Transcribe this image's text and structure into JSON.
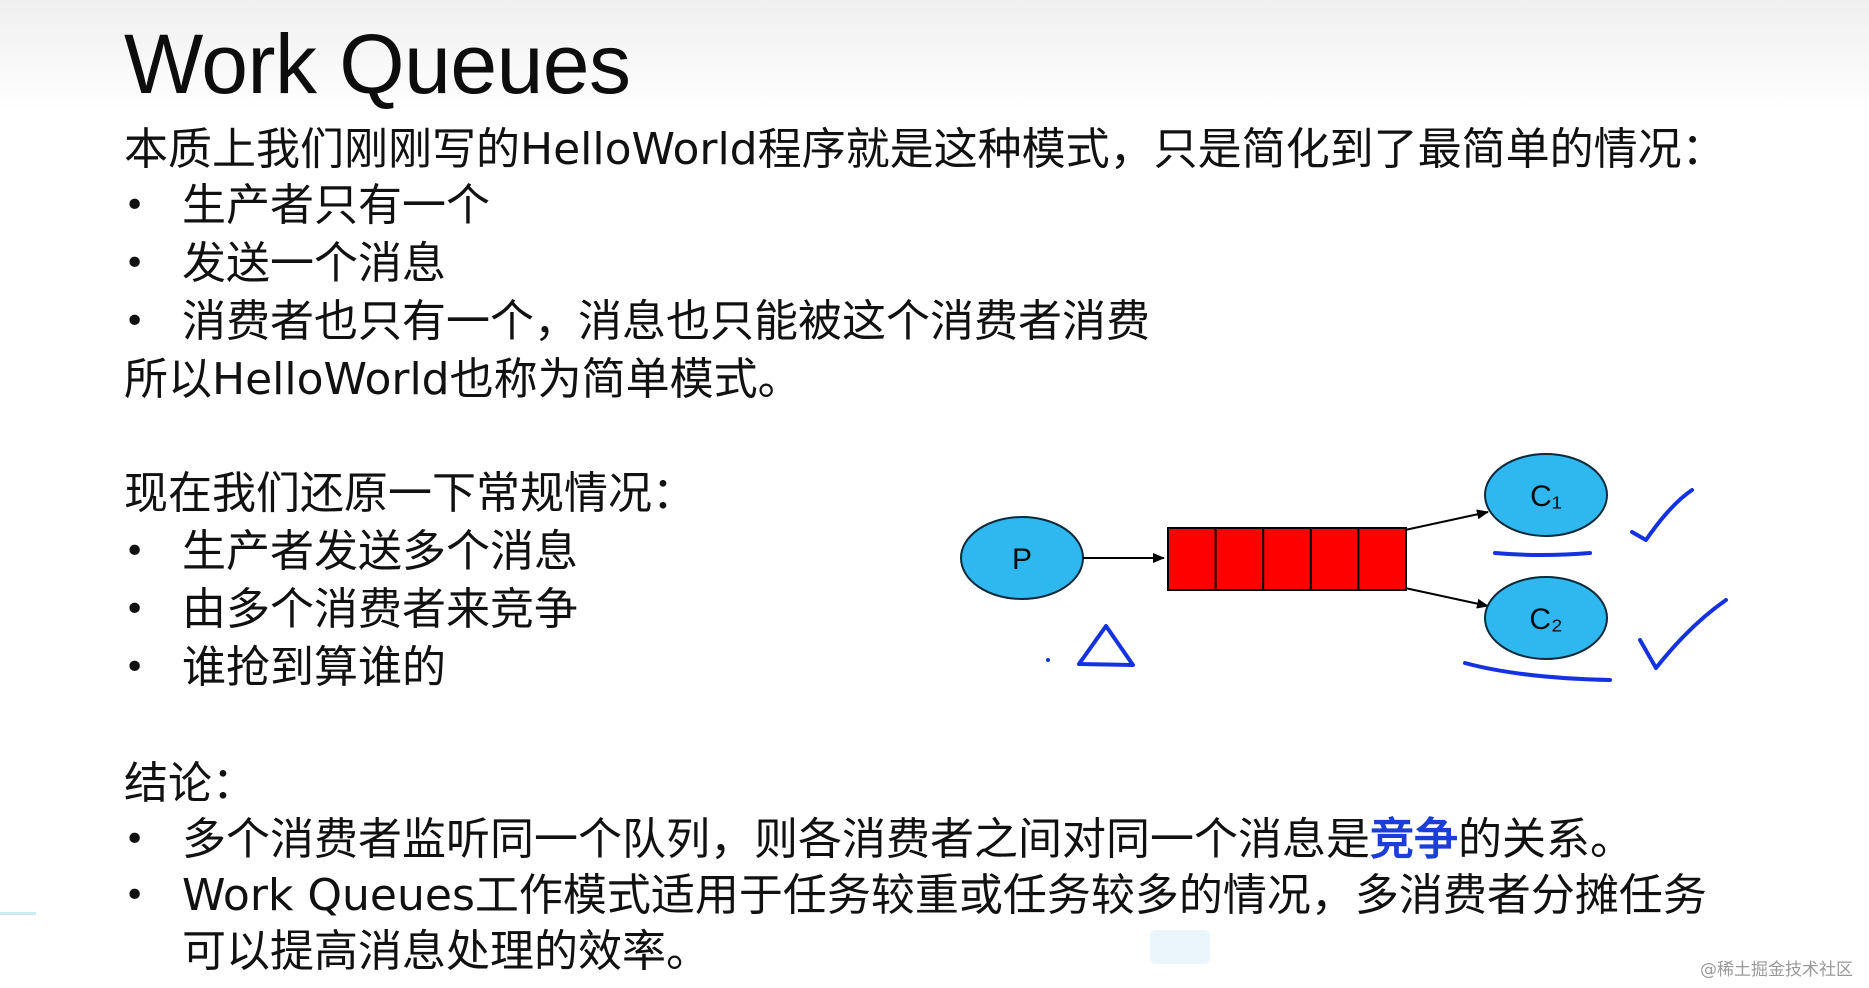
{
  "slide": {
    "title": "Work Queues",
    "intro": "本质上我们刚刚写的HelloWorld程序就是这种模式，只是简化到了最简单的情况：",
    "intro_bullets": [
      "生产者只有一个",
      "发送一个消息",
      "消费者也只有一个，消息也只能被这个消费者消费"
    ],
    "intro_conclusion": "所以HelloWorld也称为简单模式。",
    "normal_heading": "现在我们还原一下常规情况：",
    "normal_bullets": [
      "生产者发送多个消息",
      "由多个消费者来竞争",
      "谁抢到算谁的"
    ],
    "conclusion_heading": "结论：",
    "conclusion_b1_before": "多个消费者监听同一个队列，则各消费者之间对同一个消息是",
    "conclusion_b1_highlight": "竞争",
    "conclusion_b1_after": "的关系。",
    "conclusion_b2_line1": "Work Queues工作模式适用于任务较重或任务较多的情况，多消费者分摊任务",
    "conclusion_b2_line2": "可以提高消息处理的效率。",
    "bullet_glyph": "•"
  },
  "diagram": {
    "producer_label": "P",
    "consumer1_label": "C₁",
    "consumer2_label": "C₂",
    "queue_cell_count": 5,
    "colors": {
      "node_fill": "#2fb8ef",
      "queue_fill": "#ff0000",
      "annotation": "#1432e0"
    }
  },
  "watermark": "@稀土掘金技术社区"
}
